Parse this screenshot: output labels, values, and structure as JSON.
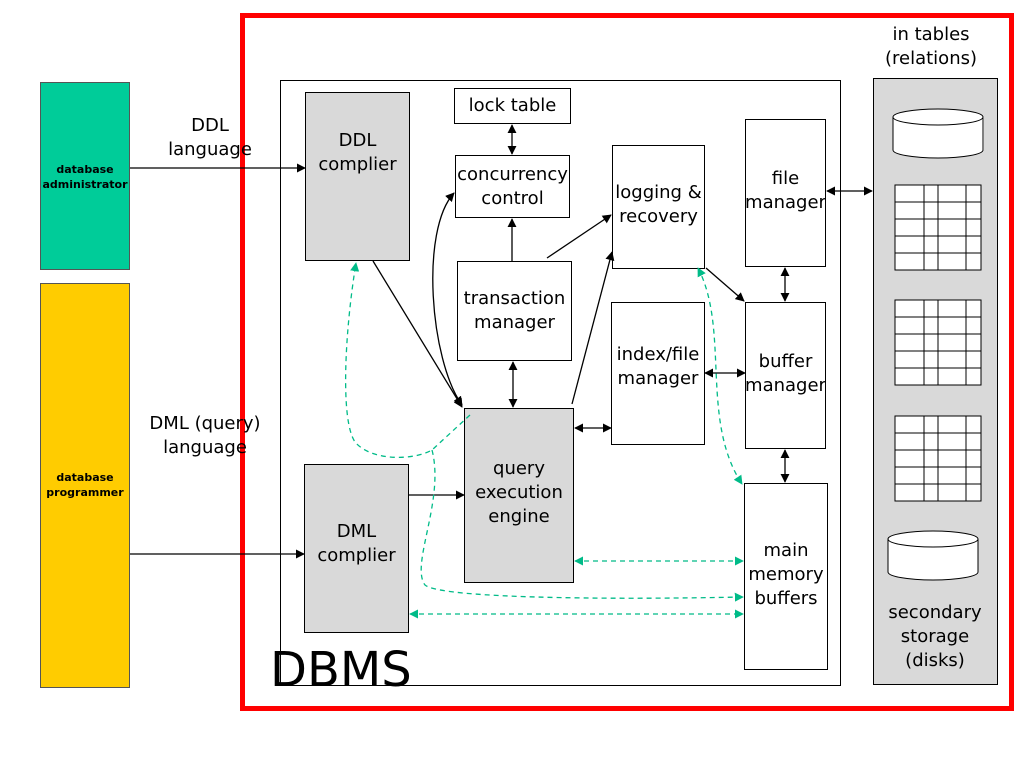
{
  "roles": {
    "admin": "database\nadministrator",
    "programmer": "database\nprogrammer"
  },
  "input_labels": {
    "ddl": "DDL\nlanguage",
    "dml": "DML (query)\nlanguage"
  },
  "nodes": {
    "ddl_compiler": "DDL\ncomplier",
    "dml_compiler": "DML\ncomplier",
    "lock_table": "lock table",
    "concurrency_control": "concurrency\ncontrol",
    "transaction_manager": "transaction\nmanager",
    "query_execution_engine": "query\nexecution\nengine",
    "logging_recovery": "logging &\nrecovery",
    "index_file_manager": "index/file\nmanager",
    "file_manager": "file\nmanager",
    "buffer_manager": "buffer\nmanager",
    "main_memory_buffers": "main\nmemory\nbuffers"
  },
  "dbms_label": "DBMS",
  "storage": {
    "top_label": "in tables\n(relations)",
    "bottom_label": "secondary\nstorage\n(disks)"
  },
  "colors": {
    "admin_bar": "#00cc99",
    "programmer_bar": "#ffcc00",
    "frame": "#ff0000",
    "node_gray": "#d9d9d9",
    "dashed": "#00bb88"
  }
}
